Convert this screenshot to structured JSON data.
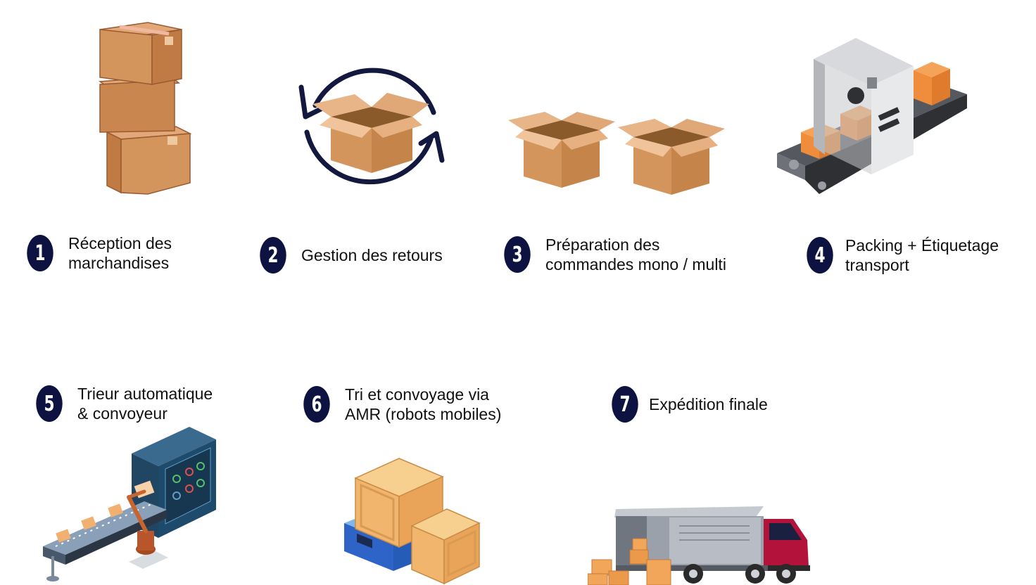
{
  "colors": {
    "badge": "#0d1240",
    "box": "#d4955c",
    "box_dark": "#a8693a",
    "truck_cab": "#b3123a"
  },
  "steps": [
    {
      "number": "1",
      "label": "Réception des\nmarchandises",
      "icon": "stacked-boxes-icon"
    },
    {
      "number": "2",
      "label": "Gestion des retours",
      "icon": "returns-cycle-icon"
    },
    {
      "number": "3",
      "label": "Préparation  des\ncommandes mono / multi",
      "icon": "open-boxes-icon"
    },
    {
      "number": "4",
      "label": "Packing + Étiquetage\ntransport",
      "icon": "packing-machine-icon"
    },
    {
      "number": "5",
      "label": "Trieur automatique\n& convoyeur",
      "icon": "sorter-conveyor-icon"
    },
    {
      "number": "6",
      "label": "Tri  et convoyage  via\nAMR (robots mobiles)",
      "icon": "amr-robot-icon"
    },
    {
      "number": "7",
      "label": "Expédition finale",
      "icon": "delivery-truck-icon"
    }
  ]
}
